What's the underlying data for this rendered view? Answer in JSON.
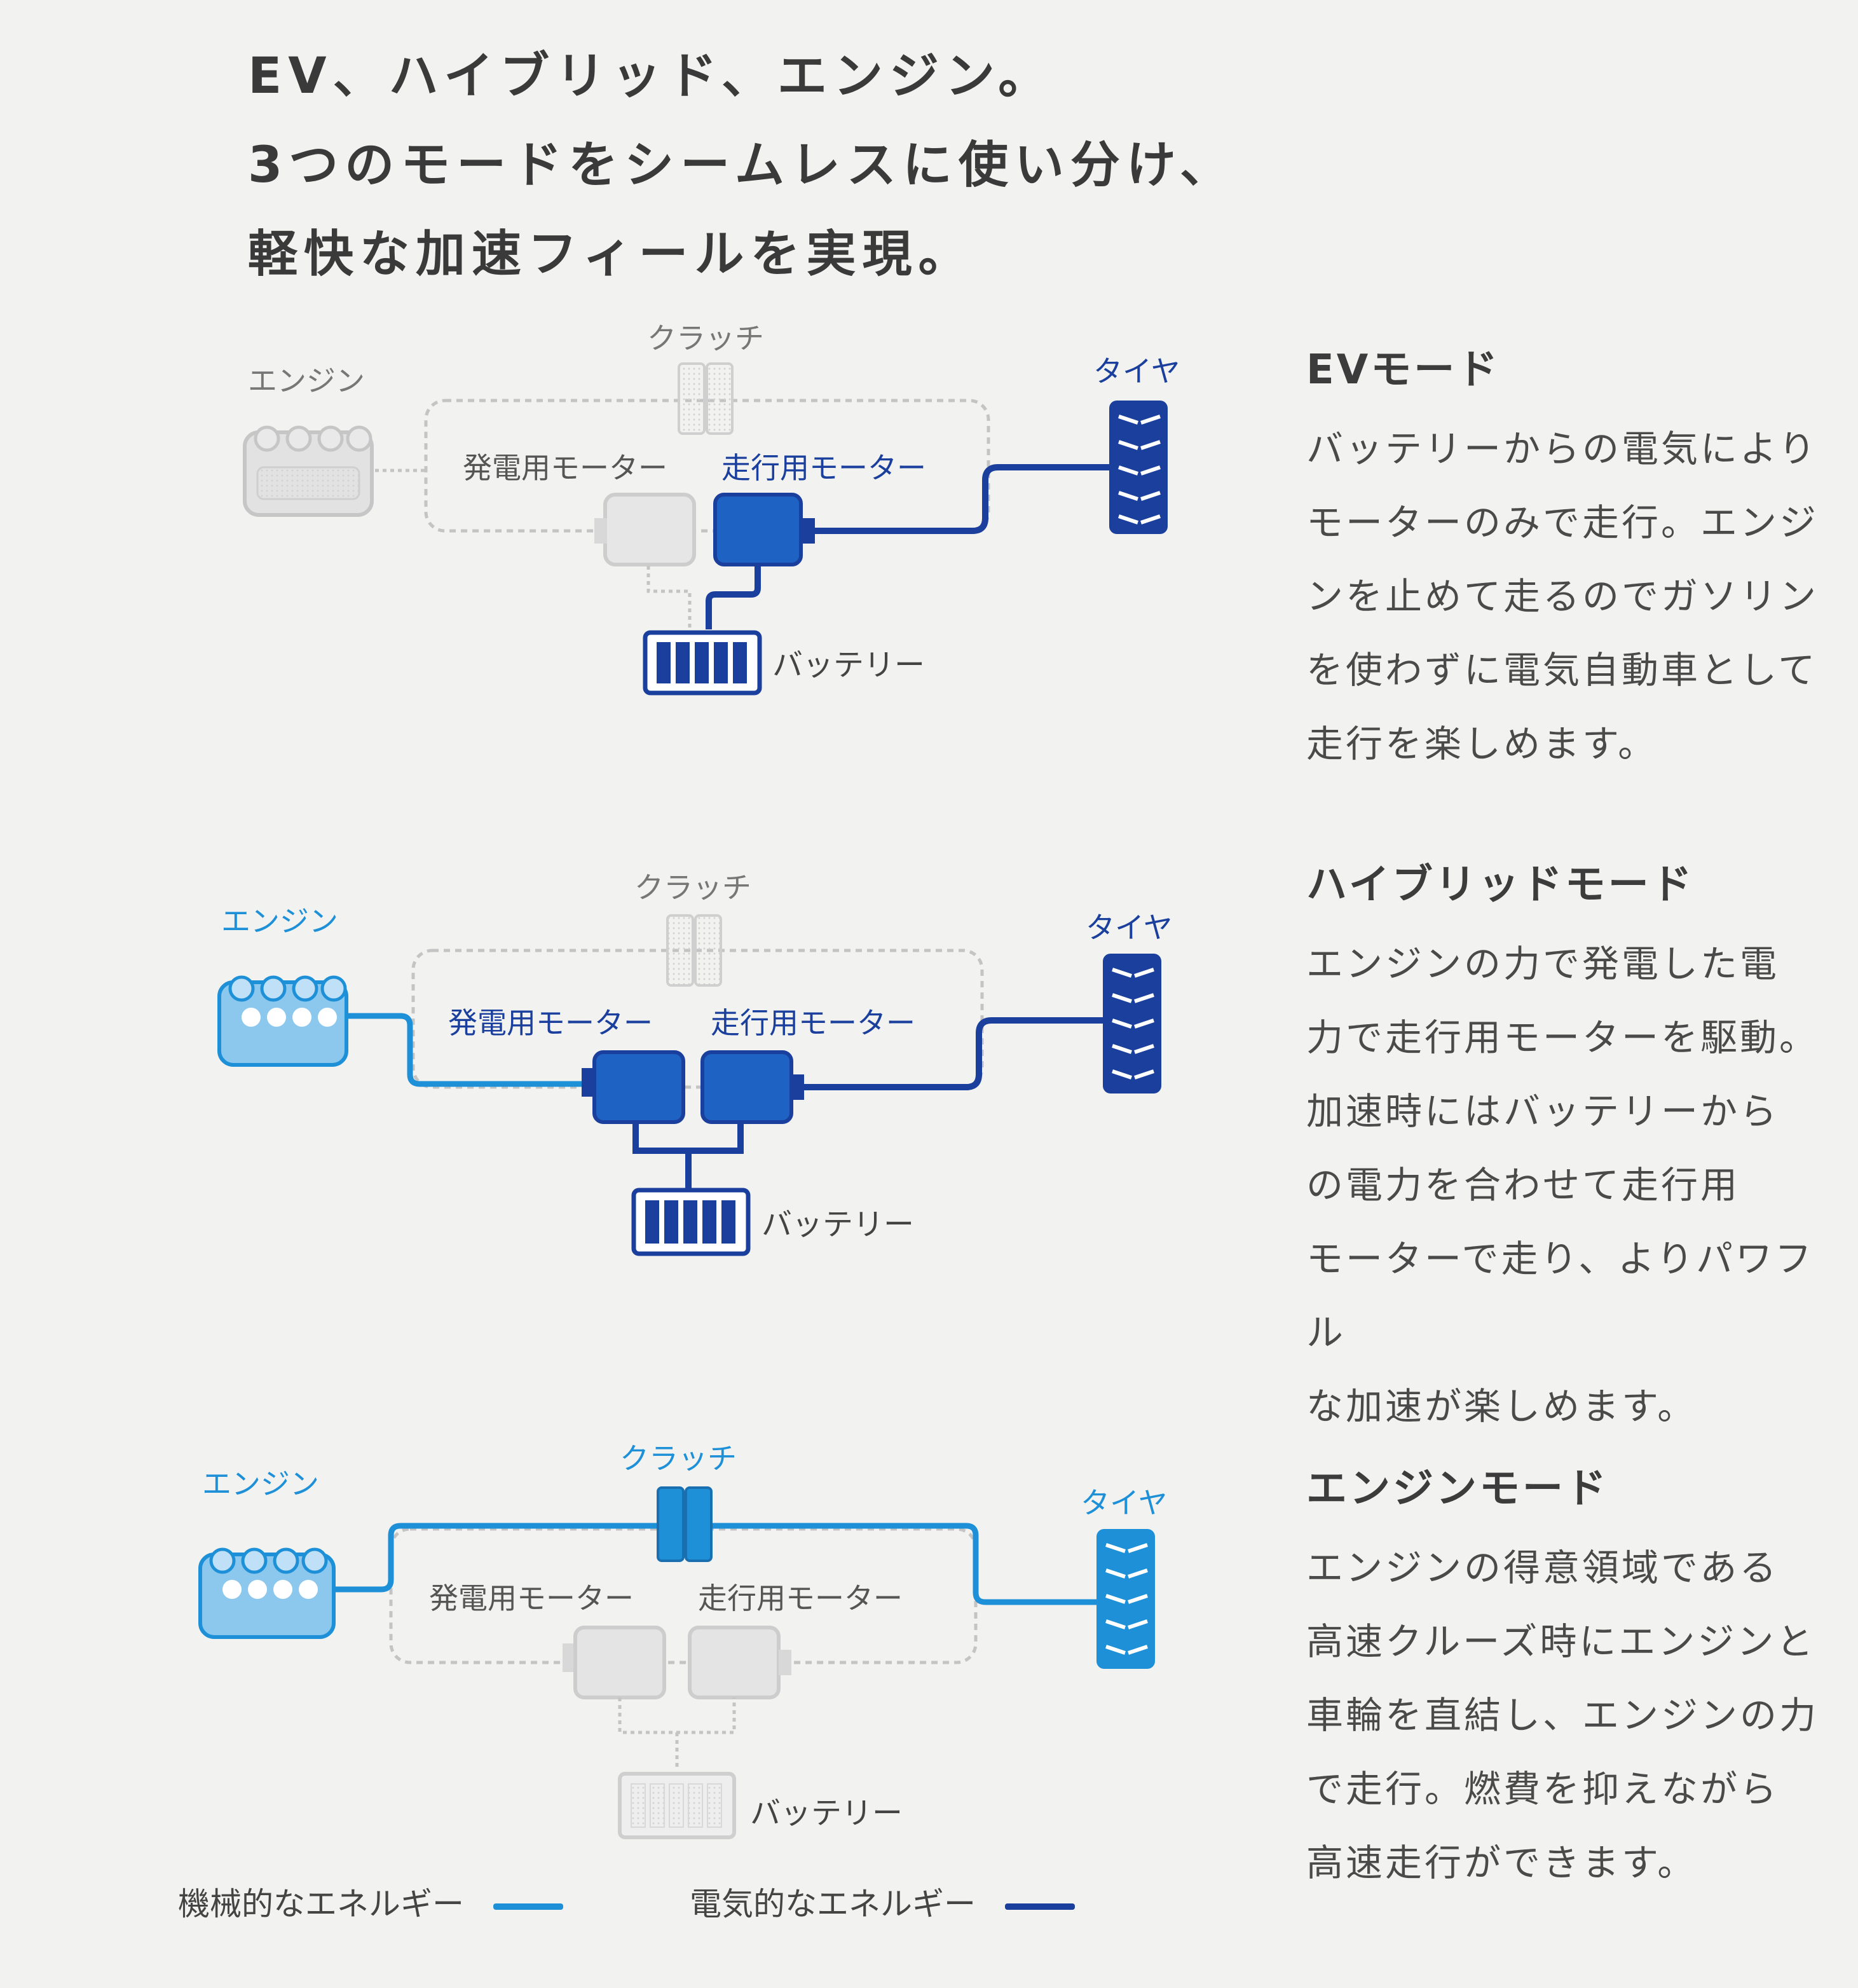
{
  "headline": {
    "line1": "EV、ハイブリッド、エンジン。",
    "line2": "3つのモードをシームレスに使い分け、",
    "line3": "軽快な加速フィールを実現。"
  },
  "labels": {
    "engine": "エンジン",
    "clutch": "クラッチ",
    "tire": "タイヤ",
    "generator_motor": "発電用モーター",
    "drive_motor": "走行用モーター",
    "battery": "バッテリー"
  },
  "modes": [
    {
      "title": "EVモード",
      "lines": [
        "バッテリーからの電気により",
        "モーターのみで走行。エンジ",
        "ンを止めて走るのでガソリン",
        "を使わずに電気自動車として",
        "走行を楽しめます。"
      ]
    },
    {
      "title": "ハイブリッドモード",
      "lines": [
        "エンジンの力で発電した電",
        "力で走行用モーターを駆動。",
        "加速時にはバッテリーから",
        "の電力を合わせて走行用",
        "モーターで走り、よりパワフル",
        "な加速が楽しめます。"
      ]
    },
    {
      "title": "エンジンモード",
      "lines": [
        "エンジンの得意領域である",
        "高速クルーズ時にエンジンと",
        "車輪を直結し、エンジンの力",
        "で走行。燃費を抑えながら",
        "高速走行ができます。"
      ]
    }
  ],
  "legend": {
    "mechanical": "機械的なエネルギー",
    "electrical": "電気的なエネルギー"
  },
  "colors": {
    "mechanical": "#1e90d8",
    "electrical": "#1a3f9c",
    "inactive": "#c8c8c8",
    "background": "#f2f2f0"
  }
}
